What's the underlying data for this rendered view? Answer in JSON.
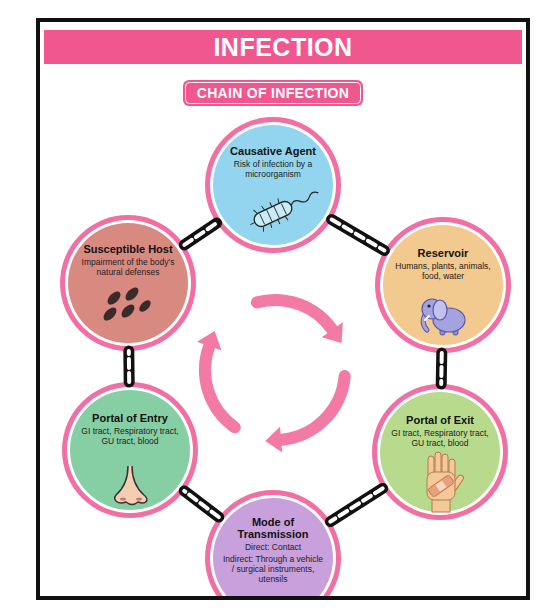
{
  "diagram": {
    "title": "INFECTION",
    "nodes": [
      {
        "text": [
          "CHAIN OF INFECTION"
        ]
      },
      {
        "text": [
          "Causative Agent",
          "Risk of infection by a microorganism"
        ]
      },
      {
        "text": [
          "Reservoir",
          "Humans, plants, animals, food, water"
        ]
      },
      {
        "text": [
          "Portal of Exit",
          "GI tract, Respiratory tract, GU tract, blood"
        ]
      },
      {
        "text": [
          "Mode of Transmission",
          "Direct: Contact",
          "Indirect: Through a vehicle / surgical instruments, utensils"
        ]
      },
      {
        "text": [
          "Portal of Entry",
          "GI tract, Respiratory tract, GU tract, blood"
        ]
      },
      {
        "text": [
          "Susceptible Host",
          "Impairment of the body's natural defenses"
        ]
      }
    ],
    "edges": [
      {
        "from": 1,
        "to": 2,
        "arrow": "none"
      },
      {
        "from": 2,
        "to": 3,
        "arrow": "none"
      },
      {
        "from": 3,
        "to": 4,
        "arrow": "none"
      },
      {
        "from": 4,
        "to": 5,
        "arrow": "none"
      },
      {
        "from": 5,
        "to": 6,
        "arrow": "none"
      },
      {
        "from": 6,
        "to": 1,
        "arrow": "none"
      }
    ]
  }
}
